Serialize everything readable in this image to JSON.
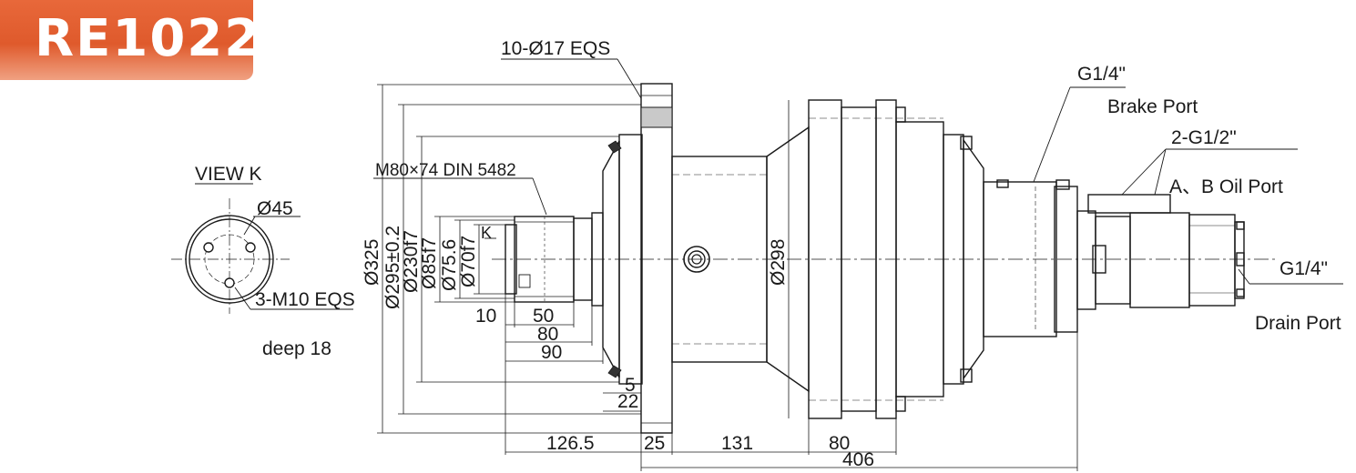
{
  "model": "RE1022",
  "labels": {
    "bolt_holes": "10-Ø17 EQS",
    "spline": "M80×74 DIN 5482",
    "view_k": "VIEW K",
    "view_dia": "Ø45",
    "view_thread": "3-M10 EQS",
    "view_deep": "deep 18",
    "k_marker": "K",
    "brake_thread": "G1/4\"",
    "brake_port": "Brake Port",
    "oil_thread": "2-G1/2\"",
    "oil_port": "A、B Oil Port",
    "drain_thread": "G1/4\"",
    "drain_port": "Drain Port"
  },
  "diameters": {
    "d325": "Ø325",
    "d295": "Ø295±0.2",
    "d230": "Ø230f7",
    "d85": "Ø85f7",
    "d75": "Ø75.6",
    "d70": "Ø70f7",
    "d298": "Ø298"
  },
  "lengths": {
    "l10": "10",
    "l50": "50",
    "l80a": "80",
    "l90": "90",
    "l5": "5",
    "l22": "22",
    "l126": "126.5",
    "l25": "25",
    "l131": "131",
    "l80b": "80",
    "l406": "406"
  }
}
